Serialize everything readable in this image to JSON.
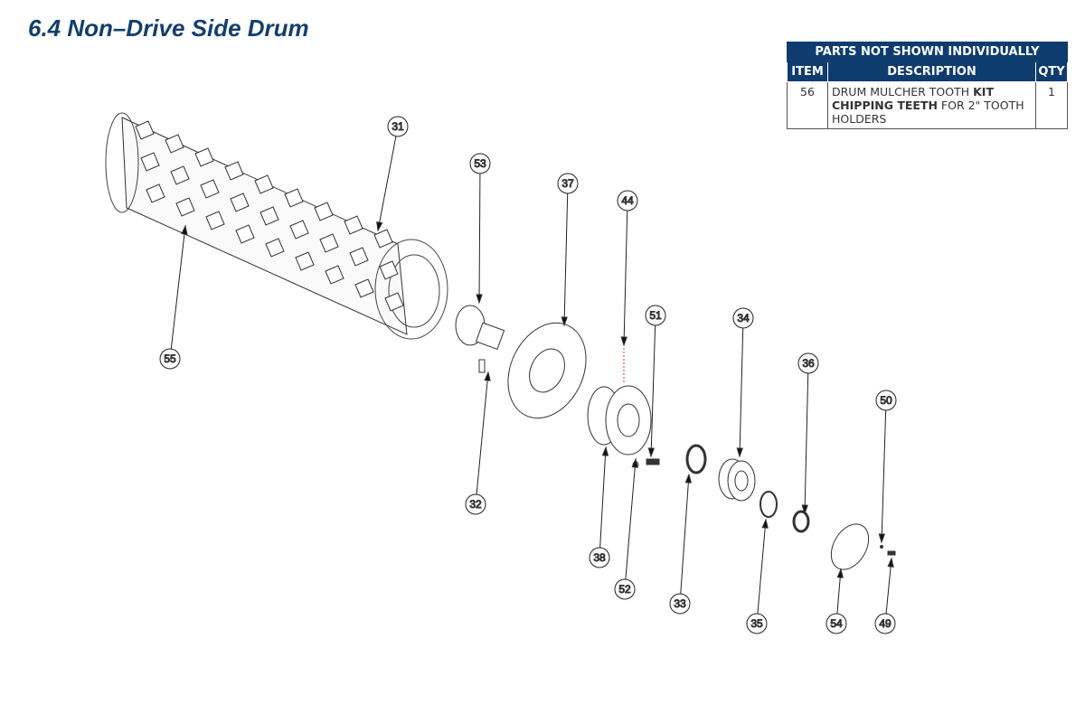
{
  "page": {
    "title": "6.4 Non–Drive Side Drum"
  },
  "parts_table": {
    "caption": "PARTS NOT SHOWN INDIVIDUALLY",
    "headers": [
      "ITEM",
      "DESCRIPTION",
      "QTY"
    ],
    "rows": [
      {
        "item": "56",
        "desc_pre": "DRUM MULCHER TOOTH ",
        "desc_bold": "KIT CHIPPING TEETH",
        "desc_post": " FOR 2\" TOOTH HOLDERS",
        "qty": "1"
      }
    ]
  },
  "callouts": [
    "31",
    "53",
    "37",
    "44",
    "51",
    "34",
    "36",
    "50",
    "55",
    "32",
    "38",
    "52",
    "33",
    "35",
    "54",
    "49"
  ],
  "colors": {
    "header": "#0f3c6f",
    "title": "#133f6e"
  }
}
